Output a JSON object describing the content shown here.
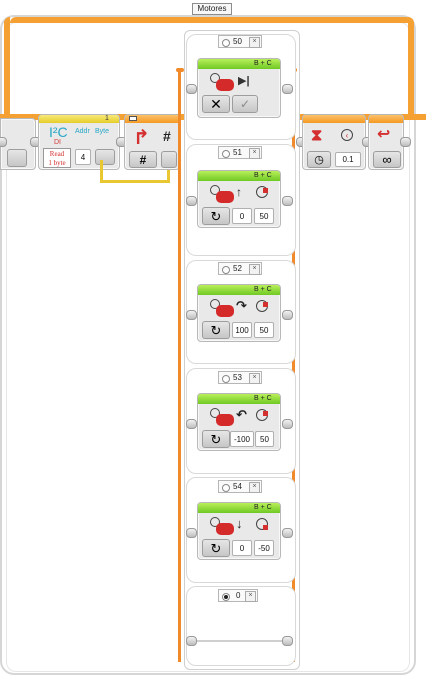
{
  "loop": {
    "title": "Motores",
    "end_mode": "∞"
  },
  "i2c_block": {
    "port": "1",
    "label": "I²C",
    "sub": "DI",
    "mode_line1": "Read",
    "mode_line2": "1 byte",
    "addr_label": "Addr",
    "byte_label": "Byte",
    "addr_value": "4"
  },
  "switch_block": {
    "mode_symbol": "#"
  },
  "cases": [
    {
      "value": "50",
      "ports": "B + C",
      "mode": "stop",
      "params": []
    },
    {
      "value": "51",
      "ports": "B + C",
      "mode": "move",
      "arrow": "↑",
      "params": [
        "0",
        "50"
      ]
    },
    {
      "value": "52",
      "ports": "B + C",
      "mode": "move",
      "arrow": "↷",
      "params": [
        "100",
        "50"
      ]
    },
    {
      "value": "53",
      "ports": "B + C",
      "mode": "move",
      "arrow": "↶",
      "params": [
        "-100",
        "50"
      ]
    },
    {
      "value": "54",
      "ports": "B + C",
      "mode": "move",
      "arrow": "↓",
      "params": [
        "0",
        "-50"
      ]
    },
    {
      "value": "0",
      "ports": "",
      "mode": "empty",
      "params": []
    }
  ],
  "wait_block": {
    "value": "0.1"
  }
}
